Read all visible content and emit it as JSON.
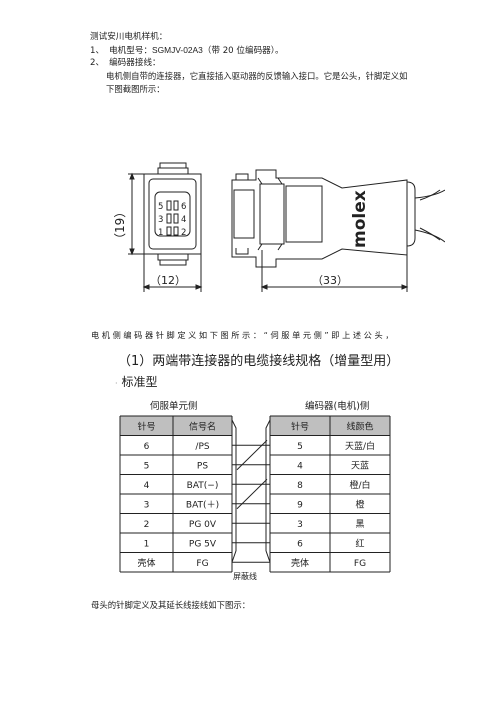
{
  "lines": {
    "intro": "测试安川电机样机：",
    "item1_num": "1、",
    "item1_label": "电机型号：",
    "item1_model": "SGMJV-02A3",
    "item1_note": "（带 20 位编码器）。",
    "item2_num": "2、",
    "item2_text": "编码器接线：",
    "para1_line1": "电机侧自带的连接器，它直接插入驱动器的反馈输入接口。它是公头，针脚定义如",
    "para1_line2": "下图截图所示：",
    "para2": "电 机 侧 编 码 器 针 脚 定 义 如 下 图 所 示 ： “ 伺 服 单 元 侧 ” 即 上 述 公 头 ，",
    "footer": "母头的针脚定义及其延长线接线如下图示："
  },
  "connector_drawing": {
    "pin_labels": [
      "5",
      "6",
      "3",
      "4",
      "1",
      "2"
    ],
    "brand": "molex",
    "dim_height": "（19）",
    "dim_width_small": "（12）",
    "dim_width_large": "（33）"
  },
  "wiring_spec": {
    "title": "（1）两端带连接器的电缆接线规格（增量型用）",
    "subtitle": "标准型",
    "servo_side_label": "伺服单元侧",
    "encoder_side_label": "编码器(电机)侧",
    "servo_headers": [
      "针号",
      "信号名"
    ],
    "encoder_headers": [
      "针号",
      "线颜色"
    ],
    "servo_rows": [
      [
        "6",
        "/PS"
      ],
      [
        "5",
        "PS"
      ],
      [
        "4",
        "BAT(−)"
      ],
      [
        "3",
        "BAT(＋)"
      ],
      [
        "2",
        "PG 0V"
      ],
      [
        "1",
        "PG 5V"
      ],
      [
        "壳体",
        "FG"
      ]
    ],
    "encoder_rows": [
      [
        "5",
        "天蓝/白"
      ],
      [
        "4",
        "天蓝"
      ],
      [
        "8",
        "橙/白"
      ],
      [
        "9",
        "橙"
      ],
      [
        "3",
        "黑"
      ],
      [
        "6",
        "红"
      ],
      [
        "壳体",
        "FG"
      ]
    ],
    "shield_label": "屏蔽线"
  },
  "colors": {
    "table_header_bg": "#bfbfbf",
    "line": "#222222"
  }
}
